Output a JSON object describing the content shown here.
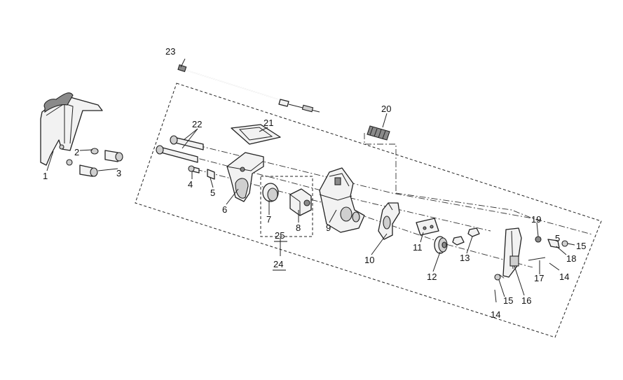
{
  "callouts": {
    "c1": "1",
    "c2": "2",
    "c3": "3",
    "c4": "4",
    "c5a": "5",
    "c5b": "5",
    "c6": "6",
    "c7": "7",
    "c8": "8",
    "c9": "9",
    "c10": "10",
    "c11": "11",
    "c12": "12",
    "c13": "13",
    "c14a": "14",
    "c14b": "14",
    "c15a": "15",
    "c15b": "15",
    "c16": "16",
    "c17": "17",
    "c18": "18",
    "c19": "19",
    "c20": "20",
    "c21": "21",
    "c22": "22",
    "c23": "23",
    "c24": "24",
    "c25": "25"
  }
}
